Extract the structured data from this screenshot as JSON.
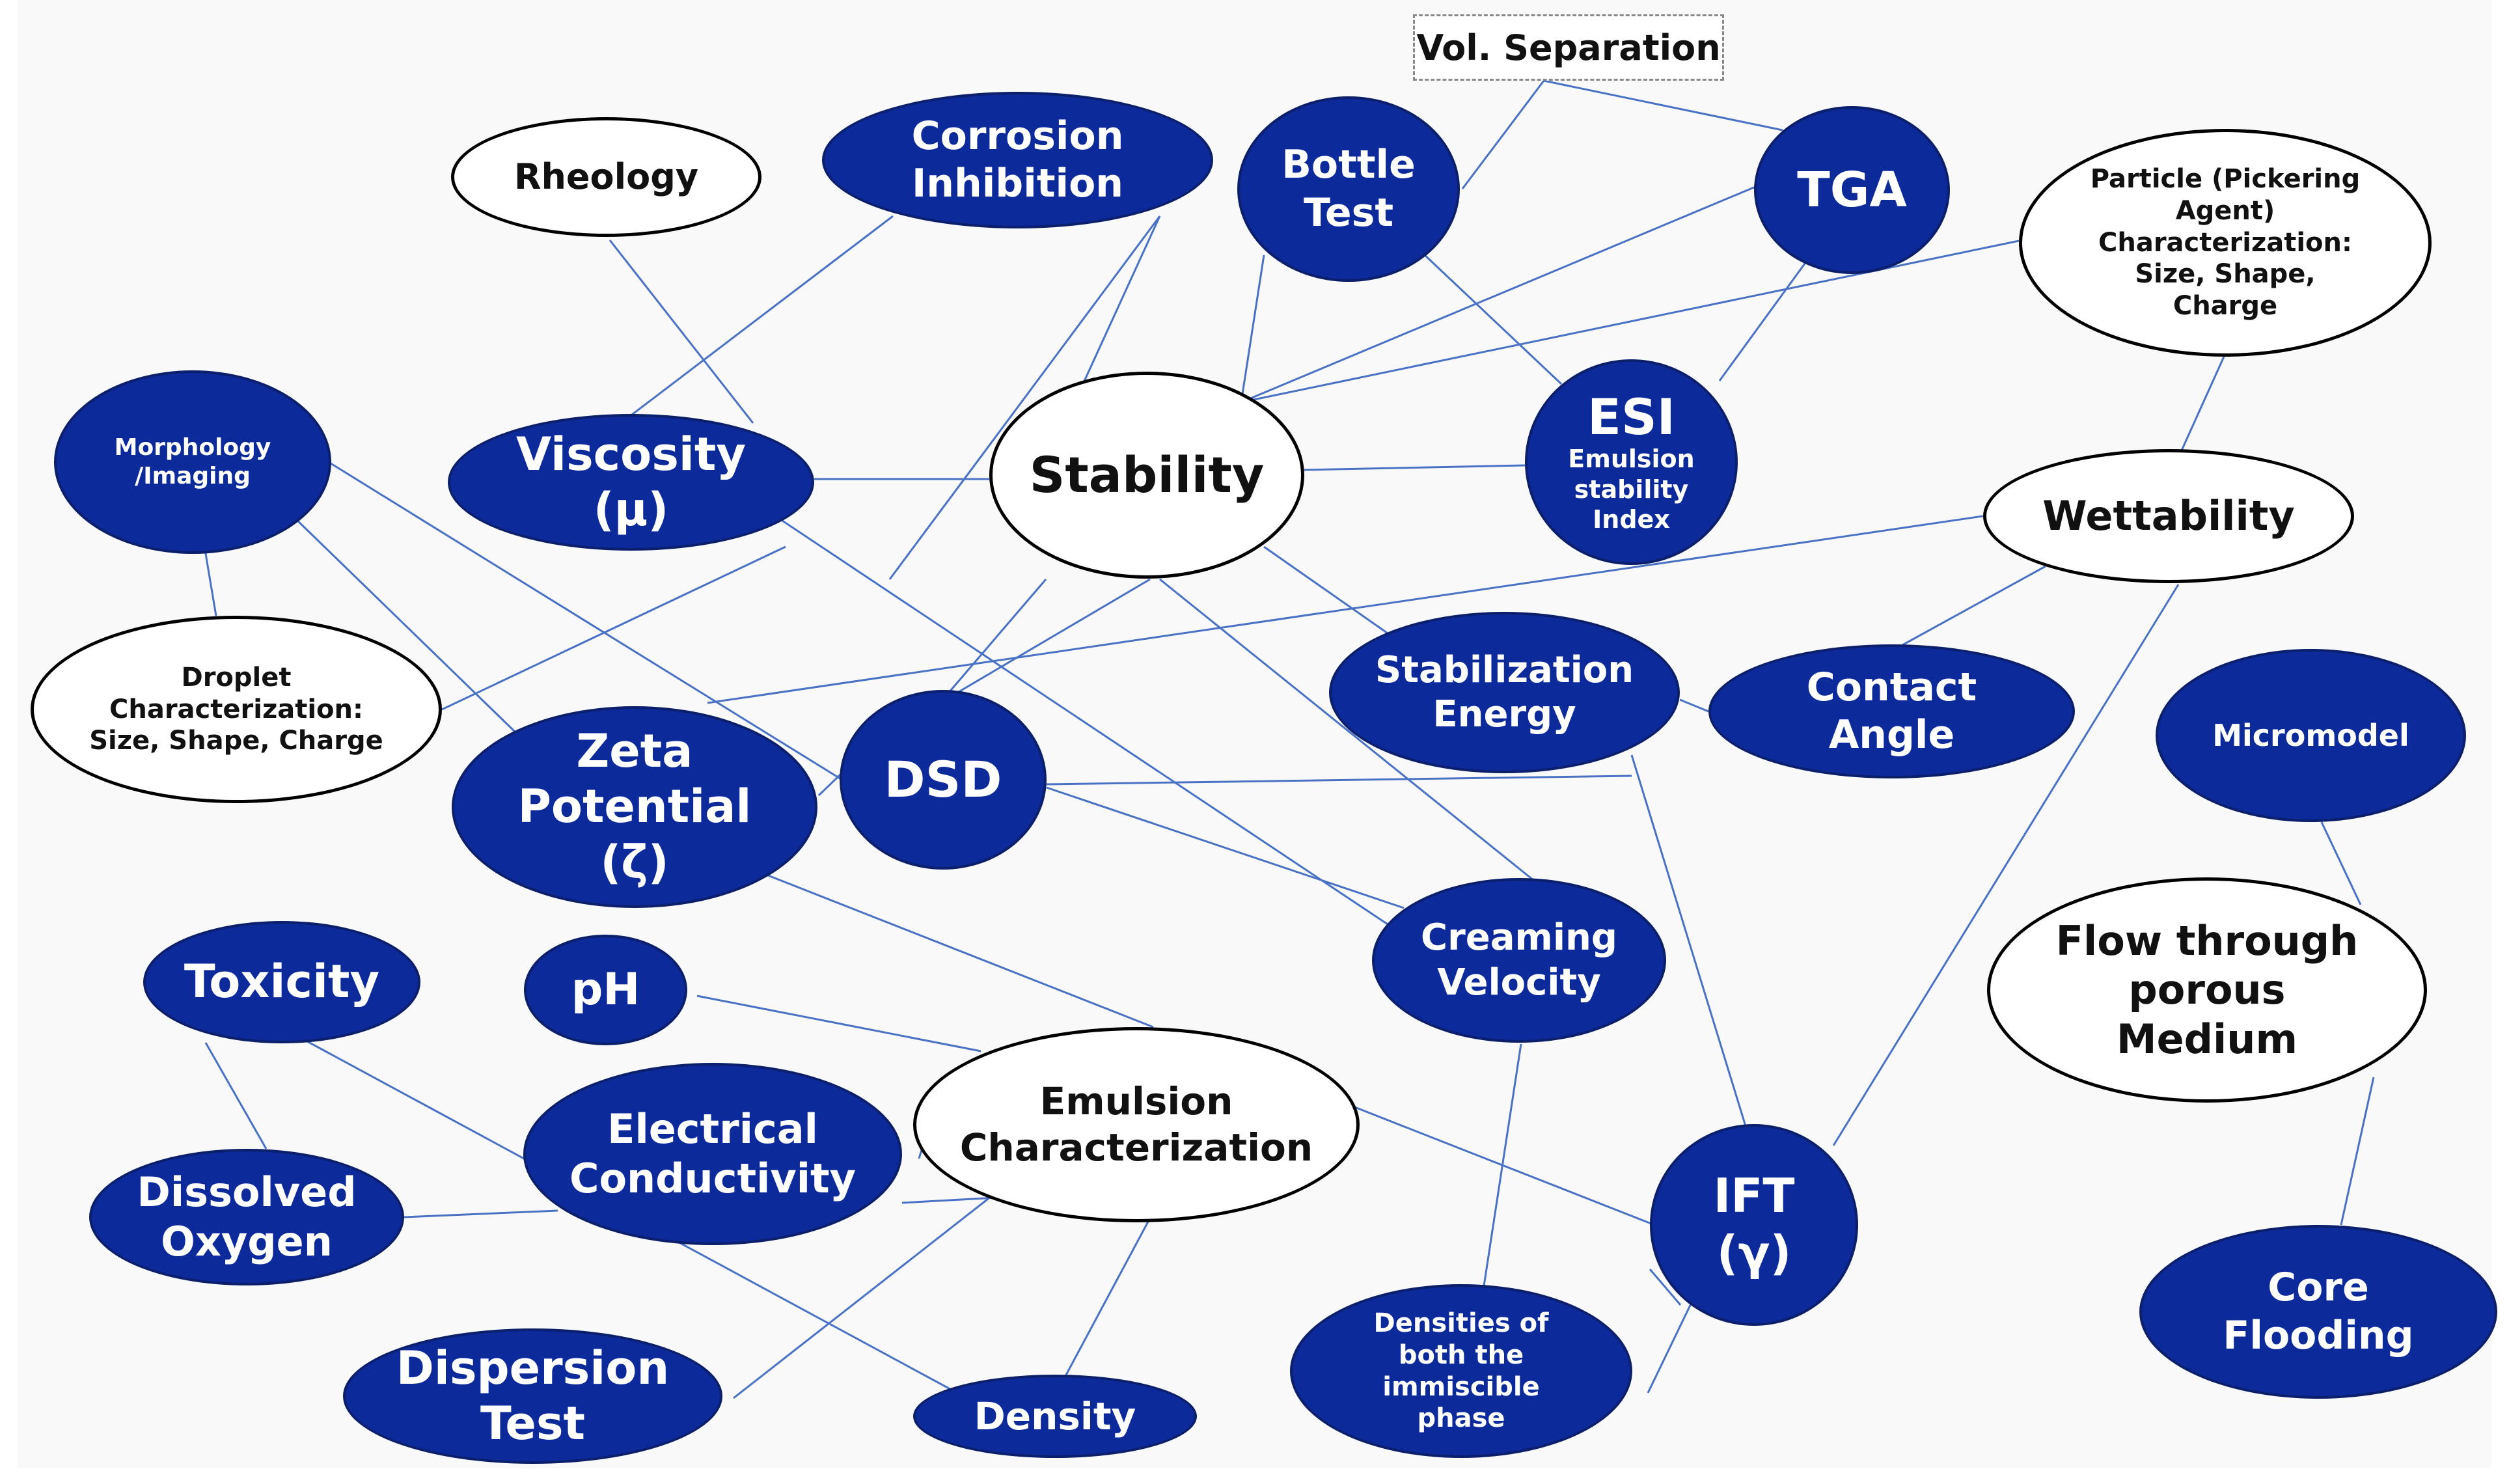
{
  "colors": {
    "node_fill": "#0d2a9b",
    "edge": "#4a72c4",
    "outline": "#000000"
  },
  "diagram": {
    "box_label": "Vol. Separation",
    "nodes": {
      "rheology": "Rheology",
      "corrosion_inhibition": "Corrosion\nInhibition",
      "bottle_test": "Bottle\nTest",
      "tga": "TGA",
      "particle_characterization": "Particle (Pickering\nAgent)\nCharacterization:\nSize, Shape,\nCharge",
      "morphology_imaging": "Morphology\n/Imaging",
      "viscosity": "Viscosity\n(μ)",
      "stability": "Stability",
      "esi_title": "ESI",
      "esi_sub": "Emulsion\nstability\nIndex",
      "wettability": "Wettability",
      "droplet_characterization": "Droplet\nCharacterization:\nSize, Shape, Charge",
      "stabilization_energy": "Stabilization\nEnergy",
      "contact_angle": "Contact\nAngle",
      "micromodel": "Micromodel",
      "zeta_potential": "Zeta\nPotential\n(ζ)",
      "dsd": "DSD",
      "creaming_velocity": "Creaming\nVelocity",
      "flow_through_porous_medium": "Flow through\nporous\nMedium",
      "toxicity": "Toxicity",
      "ph": "pH",
      "electrical_conductivity": "Electrical\nConductivity",
      "emulsion_characterization": "Emulsion\nCharacterization",
      "ift": "IFT\n(γ)",
      "dissolved_oxygen": "Dissolved\nOxygen",
      "dispersion_test": "Dispersion\nTest",
      "density": "Density",
      "densities_immiscible": "Densities of\nboth the\nimmiscible\nphase",
      "core_flooding": "Core\nFlooding"
    }
  }
}
